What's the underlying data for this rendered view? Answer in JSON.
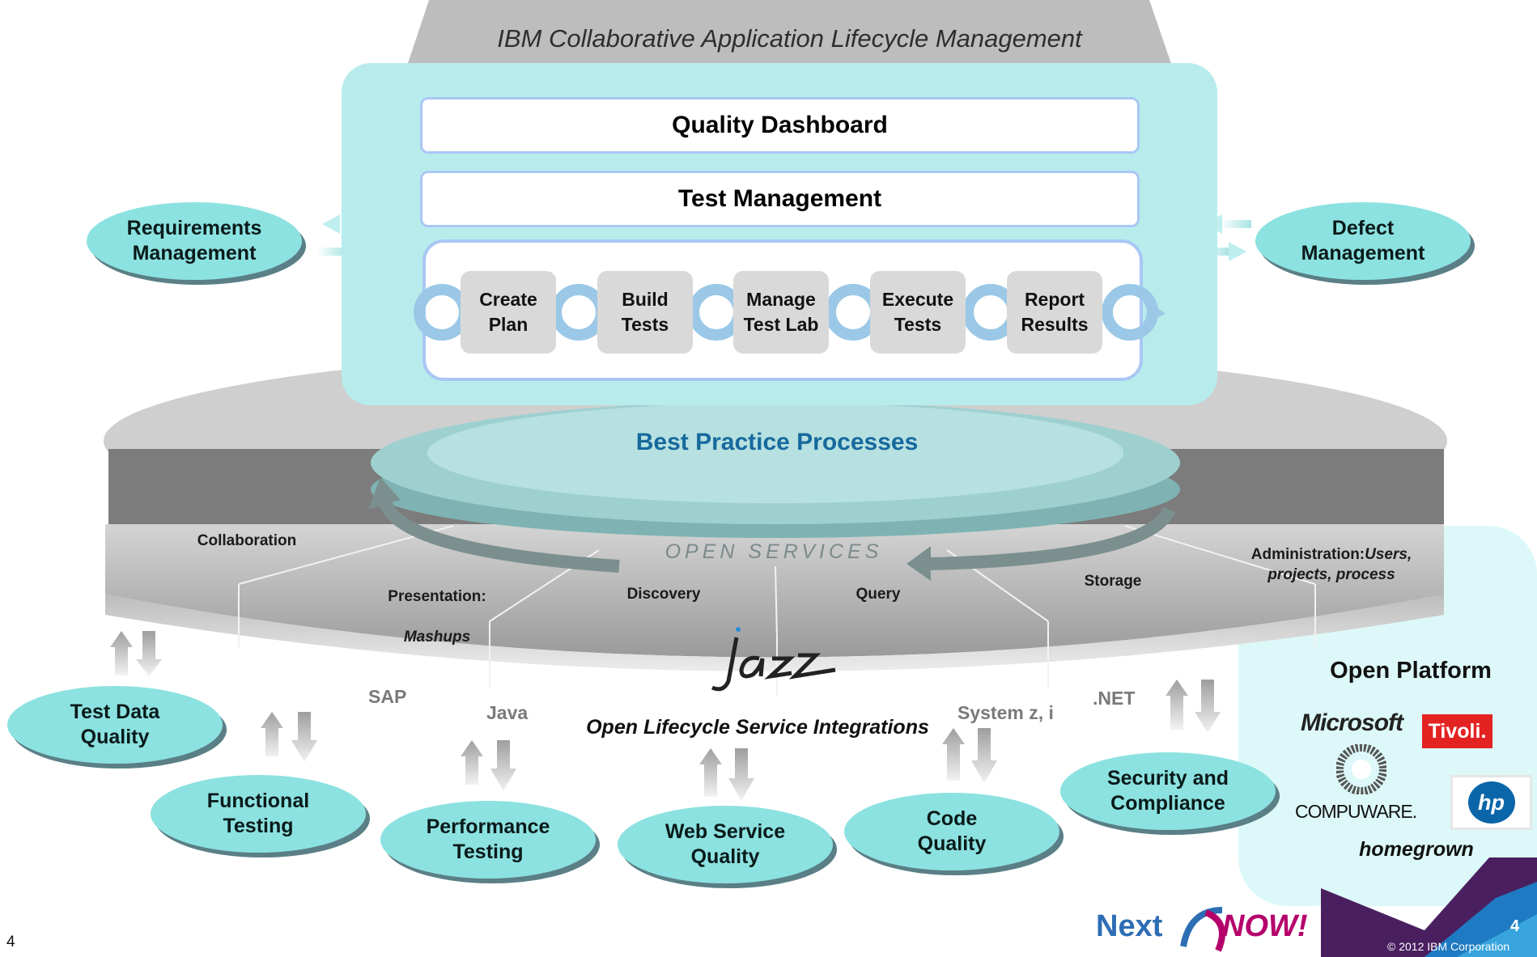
{
  "header": {
    "title": "IBM Collaborative Application Lifecycle Management"
  },
  "dashboard": {
    "quality_dashboard": "Quality Dashboard",
    "test_management": "Test Management",
    "steps": [
      "Create\nPlan",
      "Build\nTests",
      "Manage\nTest Lab",
      "Execute\nTests",
      "Report\nResults"
    ]
  },
  "side_ovals": {
    "left": "Requirements\nManagement",
    "right": "Defect\nManagement"
  },
  "platform": {
    "best_practice": "Best Practice Processes",
    "open_services": "OPEN SERVICES",
    "segments": {
      "collaboration": "Collaboration",
      "presentation_label": "Presentation:",
      "presentation_value": "Mashups",
      "discovery": "Discovery",
      "query": "Query",
      "storage": "Storage",
      "administration_label": "Administration:",
      "administration_value": "Users,\nprojects, process"
    },
    "jazz_logo": "Jazz"
  },
  "integrations": {
    "sap": "SAP",
    "java": "Java",
    "system_z": "System z, i",
    "dotnet": ".NET",
    "caption": "Open Lifecycle Service Integrations"
  },
  "bottom_ovals": [
    "Test Data\nQuality",
    "Functional\nTesting",
    "Performance\nTesting",
    "Web Service\nQuality",
    "Code\nQuality",
    "Security and\nCompliance"
  ],
  "open_platform": {
    "title": "Open Platform",
    "microsoft": "Microsoft",
    "tivoli": "Tivoli.",
    "compuware": "COMPUWARE.",
    "hp": "hp",
    "homegrown": "homegrown"
  },
  "footer": {
    "page_number": "4",
    "next": "Next",
    "now": "NOW!",
    "page_number_badge": "4",
    "copyright": "© 2012 IBM Corporation"
  },
  "colors": {
    "panel": "#b8ecec",
    "oval": "#8ce2e0",
    "bar_border": "#a9c7f5",
    "best_practice_text": "#17699d",
    "header_tab": "#bdbdbd"
  }
}
